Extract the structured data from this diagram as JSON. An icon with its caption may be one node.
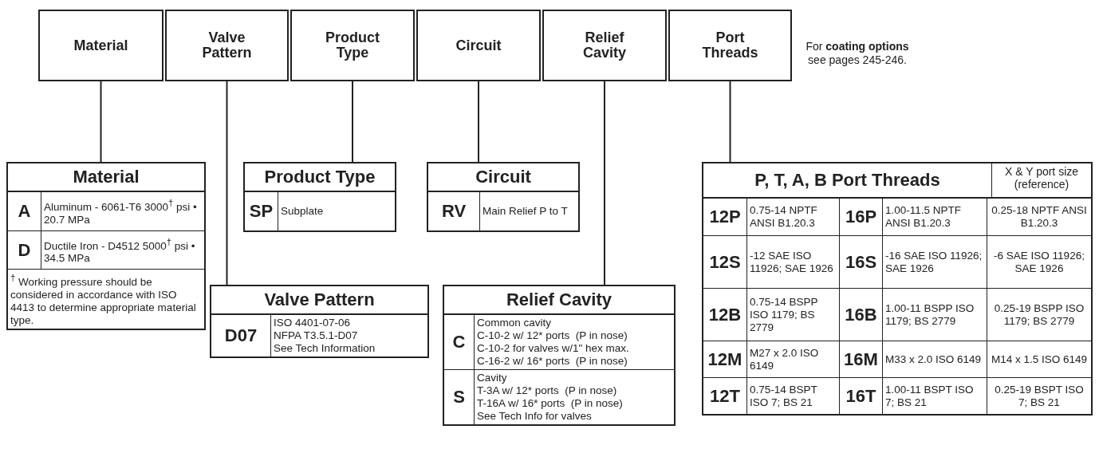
{
  "diagram": {
    "nodes": [
      {
        "text": [
          "Material"
        ]
      },
      {
        "text": [
          "Valve Pattern"
        ]
      },
      {
        "text": [
          "Product Type"
        ]
      },
      {
        "text": [
          "Circuit"
        ]
      },
      {
        "text": [
          "Relief Cavity"
        ]
      },
      {
        "text": [
          "Port Threads"
        ]
      },
      {
        "text": [
          "Material"
        ]
      },
      {
        "text": [
          "A",
          "Aluminum - 6061-T6 3000$^{†}$ psi • 20.7 MPa"
        ],
        "in": 6
      },
      {
        "text": [
          "D",
          "Ductile Iron - D4512 5000$^{†}$ psi • 34.5 MPa"
        ],
        "in": 6
      },
      {
        "text": [
          "$^{†}$ Working pressure should be considered in accordance with ISO 4413 to determine appropriate material type."
        ],
        "in": 6
      },
      {
        "text": [
          "Product Type"
        ]
      },
      {
        "text": [
          "SP",
          "Subplate"
        ],
        "in": 10
      },
      {
        "text": [
          "Circuit"
        ]
      },
      {
        "text": [
          "RV",
          "Main Relief P to T"
        ],
        "in": 12
      },
      {
        "text": [
          "Valve Pattern"
        ]
      },
      {
        "text": [
          "D07",
          "ISO 4401-07-06",
          "NFPA T3.5.1-D07",
          "See Tech Information"
        ],
        "in": 14
      },
      {
        "text": [
          "Relief Cavity"
        ]
      },
      {
        "text": [
          "C",
          "Common cavity",
          "C-10-2 w/ 12* ports  (P in nose)",
          "C-10-2 for valves w/1\" hex max.",
          "C-16-2 w/ 16* ports  (P in nose)"
        ],
        "in": 16
      },
      {
        "text": [
          "S",
          "Cavity",
          "T-3A w/ 12* ports  (P in nose)",
          "T-16A w/ 16* ports  (P in nose)",
          "See Tech Info for valves"
        ],
        "in": 16
      },
      {
        "text": [
          "P, T, A, B Port Threads",
          "X & Y port size (reference)"
        ]
      },
      {
        "text": [
          "12P",
          "0.75-14 NPTF ANSI B1.20.3",
          "16P",
          "1.00-11.5 NPTF ANSI B1.20.3",
          "0.25-18 NPTF ANSI B1.20.3"
        ],
        "in": 19
      },
      {
        "text": [
          "12S",
          "-12 SAE ISO 11926; SAE 1926",
          "16S",
          "-16 SAE ISO 11926; SAE 1926",
          "-6 SAE ISO 11926; SAE 1926"
        ],
        "in": 19
      },
      {
        "text": [
          "12B",
          "0.75-14 BSPP ISO 1179; BS 2779",
          "16B",
          "1.00-11 BSPP ISO 1179; BS 2779",
          "0.25-19 BSPP ISO 1179; BS 2779"
        ],
        "in": 19
      },
      {
        "text": [
          "12M",
          "M27 x 2.0 ISO 6149",
          "16M",
          "M33 x 2.0 ISO 6149",
          "M14 x 1.5 ISO 6149"
        ],
        "in": 19
      },
      {
        "text": [
          "12T",
          "0.75-14 BSPT ISO 7; BS 21",
          "16T",
          "1.00-11 BSPT ISO 7; BS 21",
          "0.25-19 BSPT ISO 7; BS 21"
        ],
        "in": 19
      }
    ],
    "edges": [
      {
        "from": 0,
        "to": 6,
        "arrow": "none"
      },
      {
        "from": 1,
        "to": 14,
        "arrow": "none"
      },
      {
        "from": 2,
        "to": 10,
        "arrow": "none"
      },
      {
        "from": 3,
        "to": 12,
        "arrow": "none"
      },
      {
        "from": 4,
        "to": 16,
        "arrow": "none"
      },
      {
        "from": 5,
        "to": 19,
        "arrow": "none"
      }
    ],
    "labels": [
      "For **coating options** see pages 245-246."
    ]
  }
}
